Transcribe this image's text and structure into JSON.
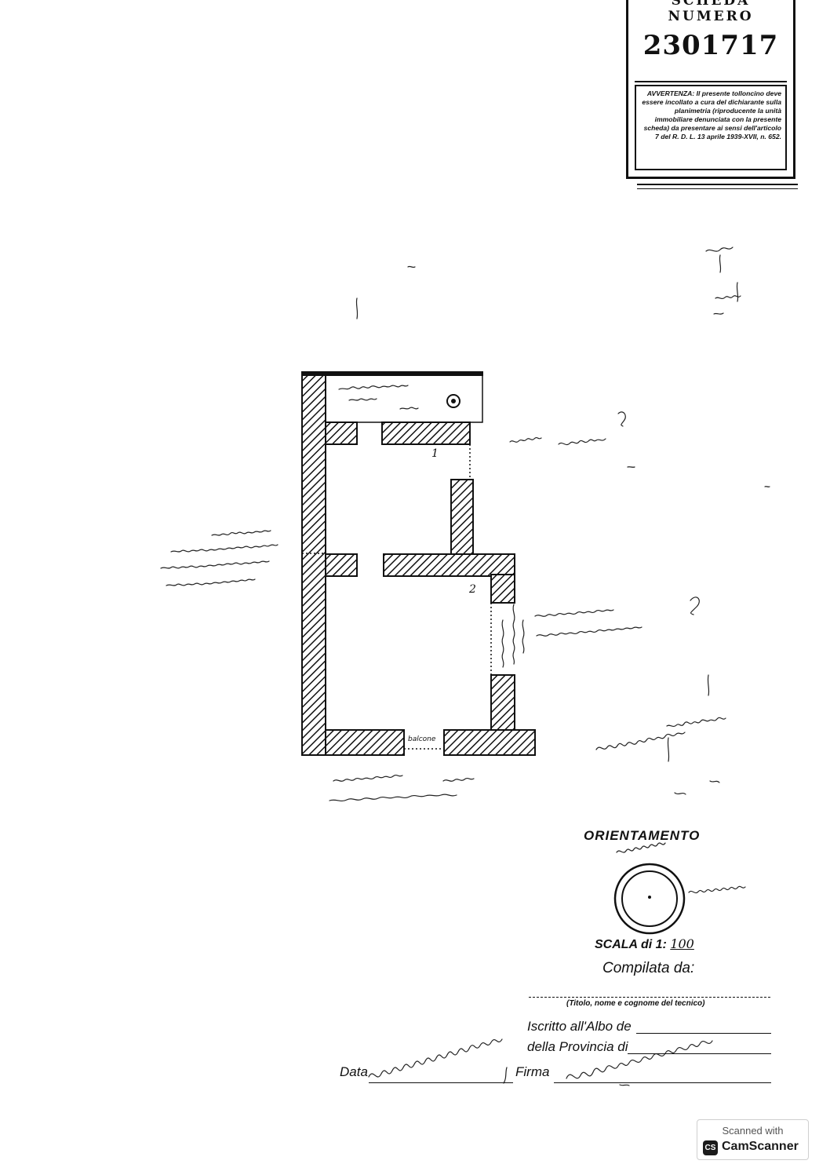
{
  "scheda": {
    "header": "SCHEDA NUMERO",
    "number": "2301717",
    "warning": "AVVERTENZA: Il presente tolloncino deve essere incollato a cura del dichiarante sulla planimetria (riproducente la unità immobiliare denunciata con la presente scheda) da presentare ai sensi dell'articolo 7 del R. D. L. 13 aprile 1939-XVII, n. 652."
  },
  "plan_labels": {
    "room_1": "1",
    "room_2": "2",
    "balcony": "balcone"
  },
  "orientation": {
    "title": "ORIENTAMENTO",
    "scale_prefix": "SCALA di 1:",
    "scale_value": "100"
  },
  "form": {
    "compilata": "Compilata da:",
    "titolo_caption": "(Titolo, nome e cognome del tecnico)",
    "albo": "Iscritto all'Albo de",
    "provincia": "della Provincia di",
    "data": "Data",
    "firma": "Firma"
  },
  "watermark": {
    "top": "Scanned with",
    "brand_icon": "CS",
    "brand_name": "CamScanner"
  },
  "colors": {
    "ink": "#111111",
    "paper": "#ffffff"
  }
}
